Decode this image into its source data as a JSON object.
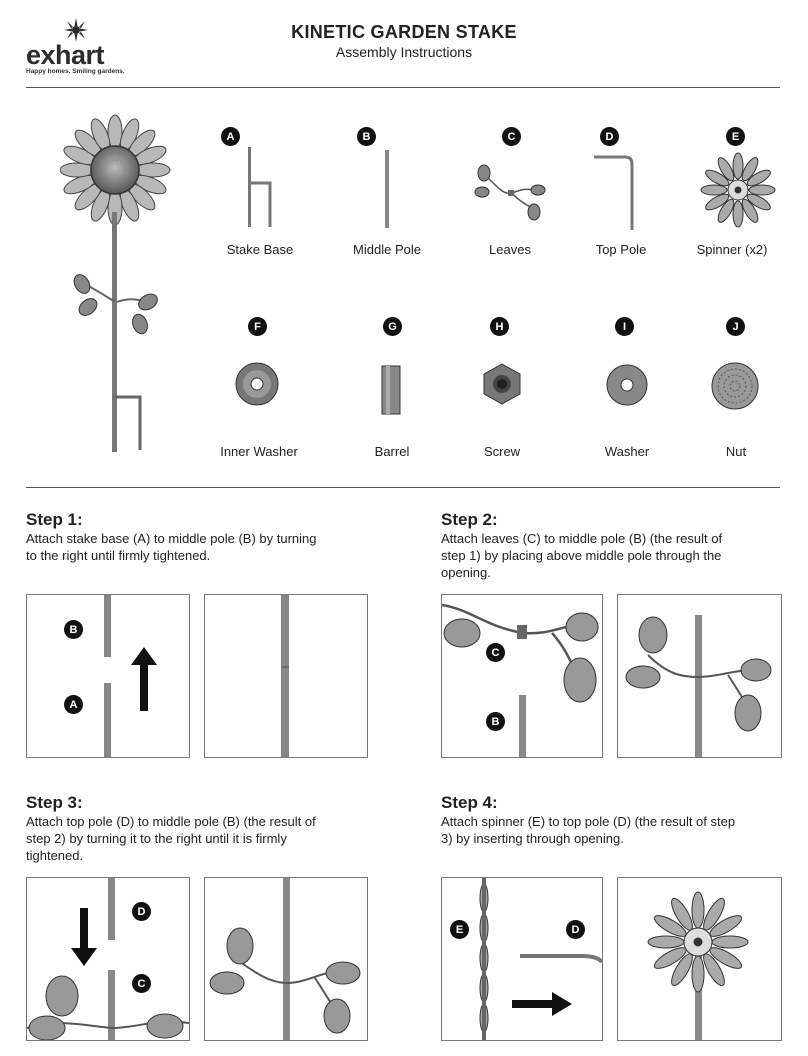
{
  "header": {
    "logo_word": "exhart",
    "logo_tagline": "Happy homes. Smiling gardens.",
    "title": "KINETIC GARDEN STAKE",
    "subtitle": "Assembly Instructions"
  },
  "parts": [
    {
      "letter": "A",
      "label": "Stake Base"
    },
    {
      "letter": "B",
      "label": "Middle Pole"
    },
    {
      "letter": "C",
      "label": "Leaves"
    },
    {
      "letter": "D",
      "label": "Top Pole"
    },
    {
      "letter": "E",
      "label": "Spinner (x2)"
    },
    {
      "letter": "F",
      "label": "Inner Washer"
    },
    {
      "letter": "G",
      "label": "Barrel"
    },
    {
      "letter": "H",
      "label": "Screw"
    },
    {
      "letter": "I",
      "label": "Washer"
    },
    {
      "letter": "J",
      "label": "Nut"
    }
  ],
  "steps": [
    {
      "title": "Step 1:",
      "lines": [
        "Attach stake base (A) to middle pole (B) by turning",
        "to the right until firmly tightened."
      ]
    },
    {
      "title": "Step 2:",
      "lines": [
        "Attach leaves (C) to middle pole (B) (the result of",
        "step 1) by placing above middle pole through the",
        "opening."
      ]
    },
    {
      "title": "Step 3:",
      "lines": [
        "Attach top pole (D) to middle pole (B) (the result of",
        "step 2) by turning it to the right until it is firmly",
        "tightened."
      ]
    },
    {
      "title": "Step 4:",
      "lines": [
        "Attach spinner (E) to top pole (D) (the result of step",
        "3) by inserting through opening."
      ]
    }
  ],
  "icons": {
    "arrow": "arrow-icon",
    "flower": "sunflower-icon"
  }
}
